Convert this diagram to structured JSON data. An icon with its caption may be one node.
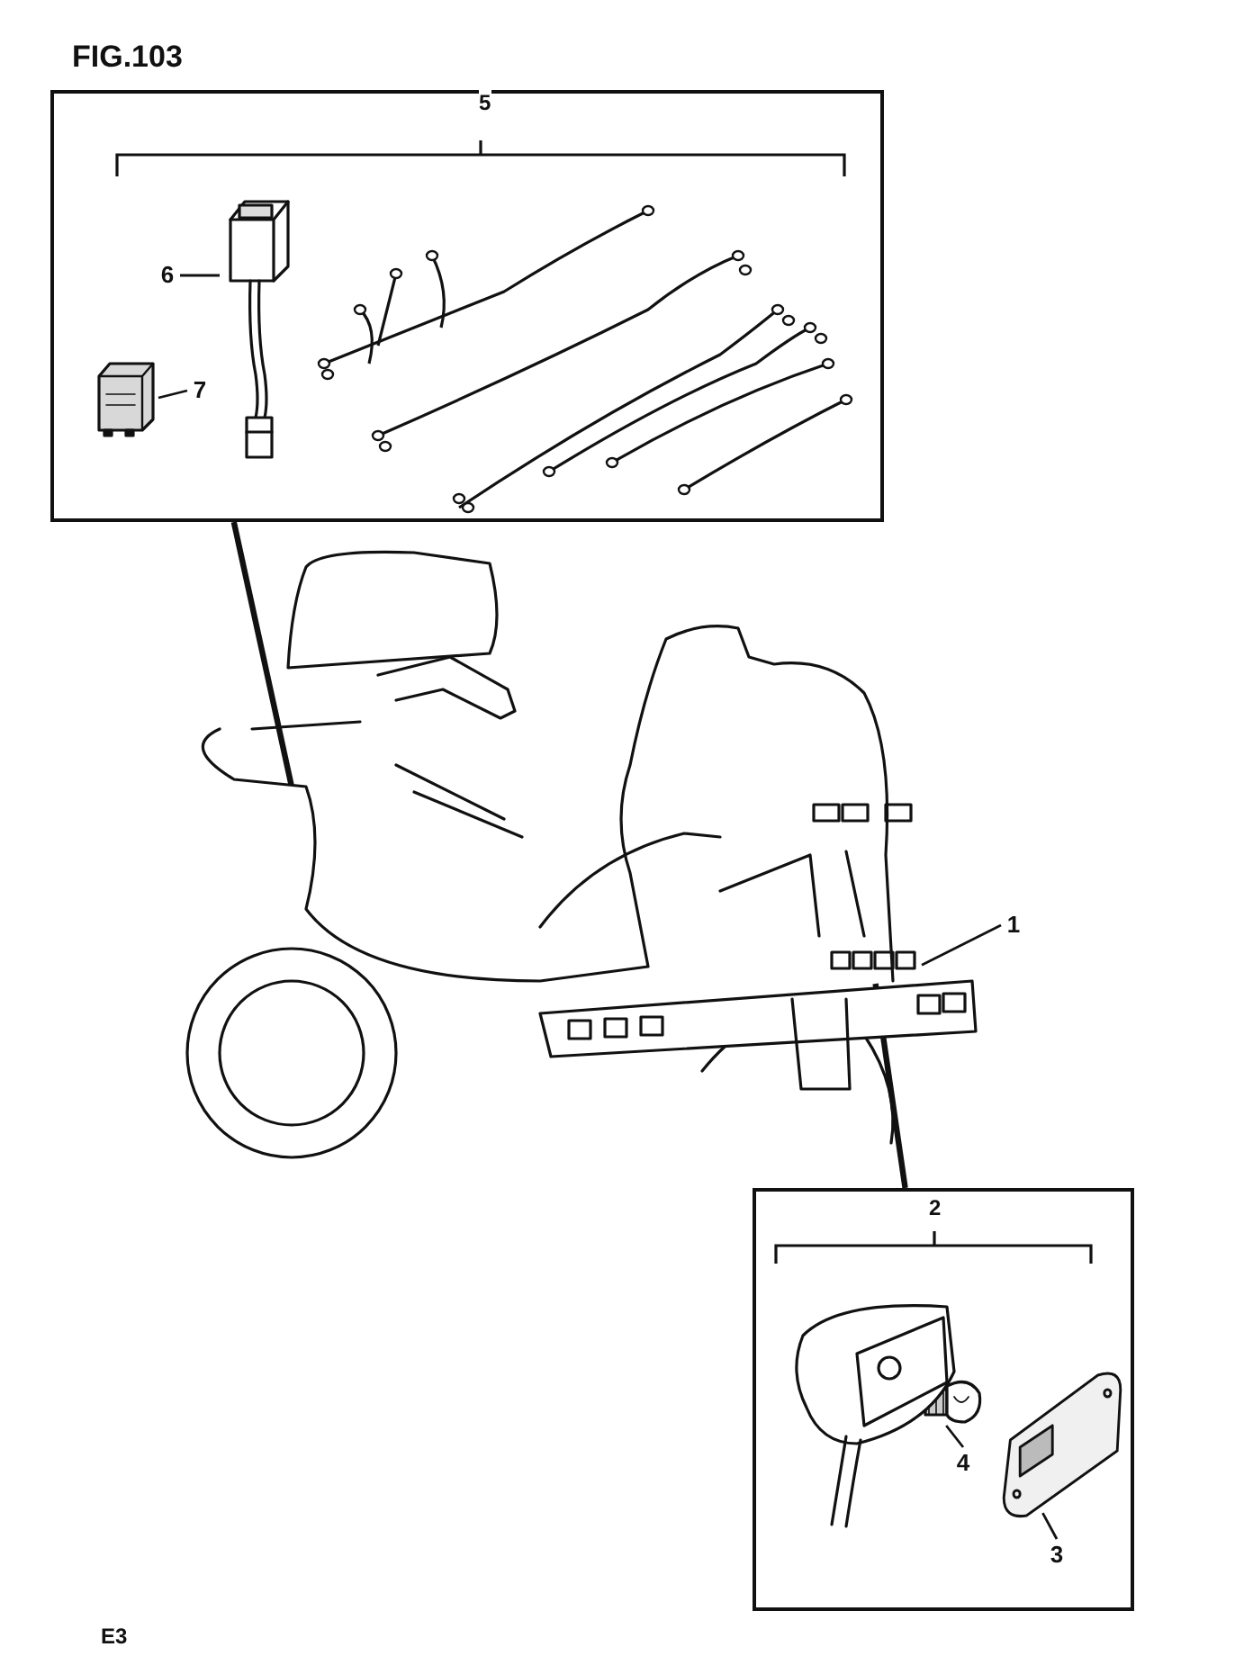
{
  "diagram": {
    "nodes": [
      {
        "text": [],
        "shape": "box"
      },
      {
        "text": [
          "6"
        ],
        "in": 0
      },
      {
        "text": [],
        "shape": "picture",
        "in": 0
      },
      {
        "text": [
          "7"
        ],
        "in": 0
      },
      {
        "text": [],
        "shape": "picture",
        "in": 0
      },
      {
        "text": [],
        "shape": "picture"
      },
      {
        "text": [
          "1"
        ]
      },
      {
        "text": [],
        "shape": "box"
      },
      {
        "text": [
          "4"
        ],
        "in": 7
      },
      {
        "text": [],
        "shape": "picture",
        "in": 7
      },
      {
        "text": [
          "3"
        ],
        "in": 7
      },
      {
        "text": [],
        "shape": "picture",
        "in": 7
      }
    ],
    "edges": [
      {
        "from": 1,
        "to": 2,
        "arrow": "none"
      },
      {
        "from": 3,
        "to": 4,
        "arrow": "none"
      },
      {
        "from": 0,
        "to": 5,
        "arrow": "none",
        "style": "thick"
      },
      {
        "from": 6,
        "to": 5,
        "arrow": "none"
      },
      {
        "from": 5,
        "to": 7,
        "arrow": "none",
        "style": "thick"
      },
      {
        "from": 8,
        "to": 9,
        "arrow": "none"
      },
      {
        "from": 10,
        "to": 11,
        "arrow": "none"
      }
    ],
    "labels": [
      "FIG.103",
      "5",
      "2",
      "E3"
    ]
  }
}
